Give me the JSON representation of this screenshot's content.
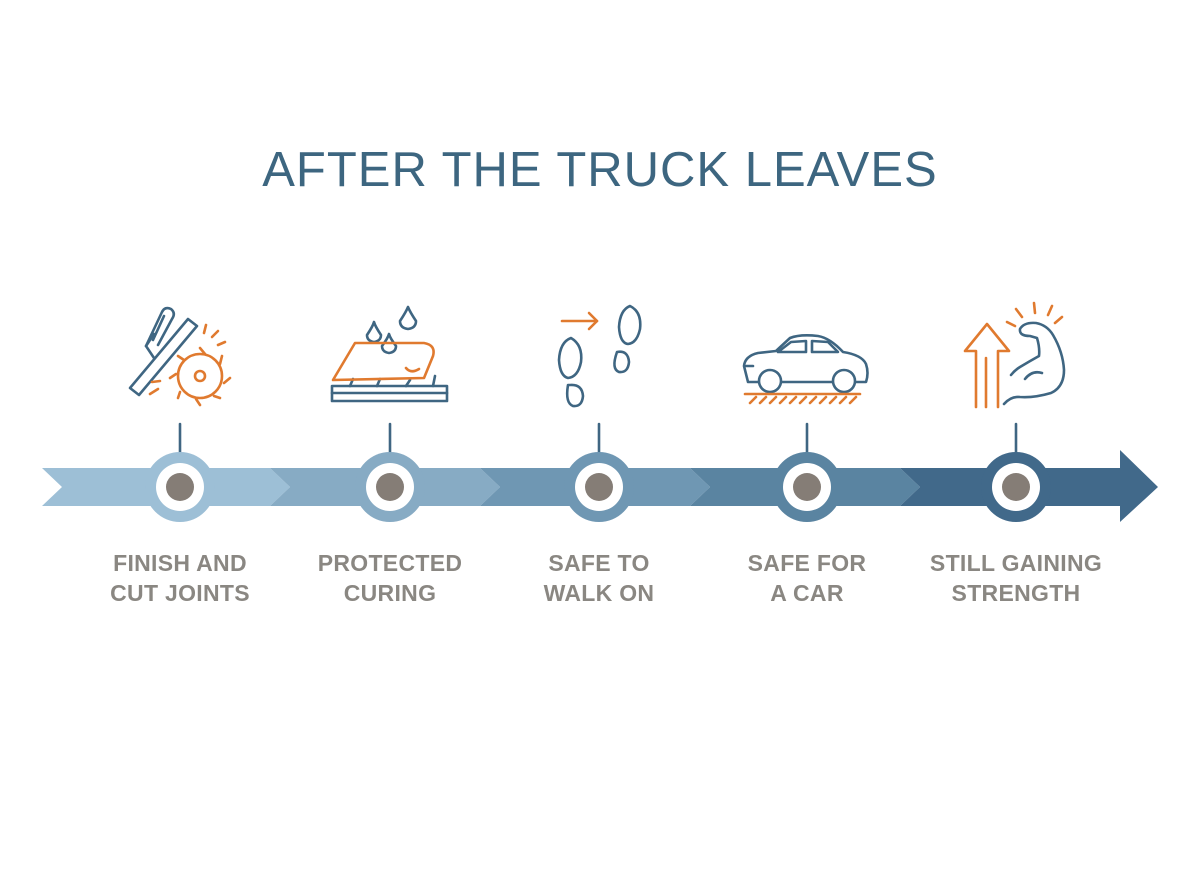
{
  "title": "AFTER THE TRUCK LEAVES",
  "colors": {
    "title": "#3d6680",
    "icon_blue": "#3f6682",
    "icon_orange": "#e07a2f",
    "dot": "#857d76",
    "arrow_segments": [
      "#9dbfd6",
      "#87abc4",
      "#6f97b3",
      "#5a84a1",
      "#41698a"
    ]
  },
  "steps": [
    {
      "id": "finish",
      "icon": "trowel-saw-icon",
      "line1": "FINISH AND",
      "line2": "CUT JOINTS"
    },
    {
      "id": "curing",
      "icon": "curing-cover-icon",
      "line1": "PROTECTED",
      "line2": "CURING"
    },
    {
      "id": "walk",
      "icon": "footprints-icon",
      "line1": "SAFE TO",
      "line2": "WALK ON"
    },
    {
      "id": "car",
      "icon": "car-icon",
      "line1": "SAFE FOR",
      "line2": "A CAR"
    },
    {
      "id": "strength",
      "icon": "flexed-arm-icon",
      "line1": "STILL GAINING",
      "line2": "STRENGTH"
    }
  ]
}
